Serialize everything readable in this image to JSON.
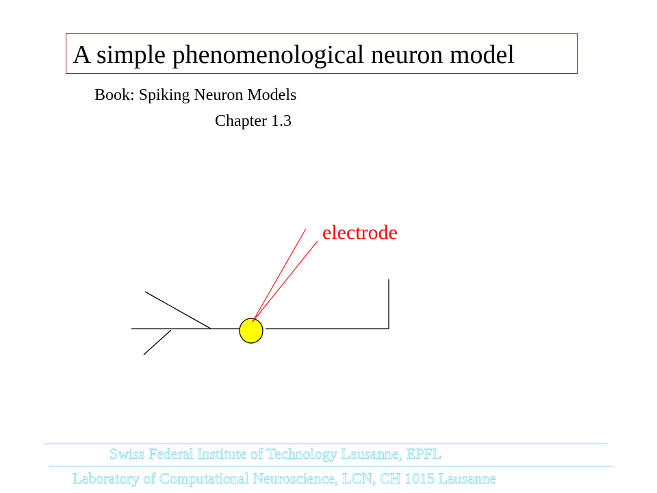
{
  "slide": {
    "title": "A simple phenomenological neuron model",
    "book": "Book: Spiking Neuron Models",
    "chapter": "Chapter 1.3"
  },
  "diagram": {
    "electrode_label": "electrode"
  },
  "footer": {
    "line1": "Swiss Federal Institute of Technology Lausanne, EPFL",
    "line2": "Laboratory of Computational Neuroscience, LCN, CH 1015 Lausanne"
  },
  "colors": {
    "title_border": "#cc0000",
    "electrode": "#ff0000",
    "soma_fill": "#ffff00",
    "footer_rule": "#7fd8e8"
  }
}
